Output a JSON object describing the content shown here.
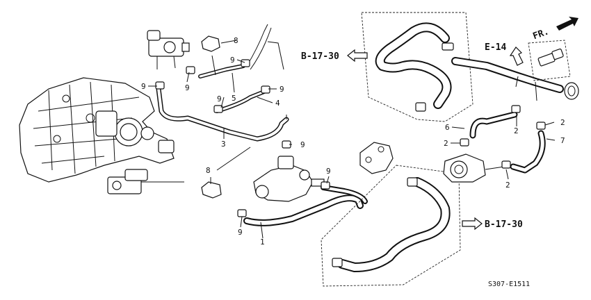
{
  "diagram": {
    "code": "S307-E1511",
    "refs": {
      "b17_top": "B-17-30",
      "b17_bottom": "B-17-30",
      "e14": "E-14",
      "fr": "FR."
    },
    "callouts": {
      "c1": "1",
      "c2a": "2",
      "c2b": "2",
      "c2c": "2",
      "c2d": "2",
      "c3": "3",
      "c4": "4",
      "c5": "5",
      "c6": "6",
      "c7": "7",
      "c8a": "8",
      "c8b": "8",
      "c9a": "9",
      "c9b": "9",
      "c9c": "9",
      "c9d": "9",
      "c9e": "9",
      "c9f": "9",
      "c9g": "9",
      "c9h": "9"
    }
  }
}
